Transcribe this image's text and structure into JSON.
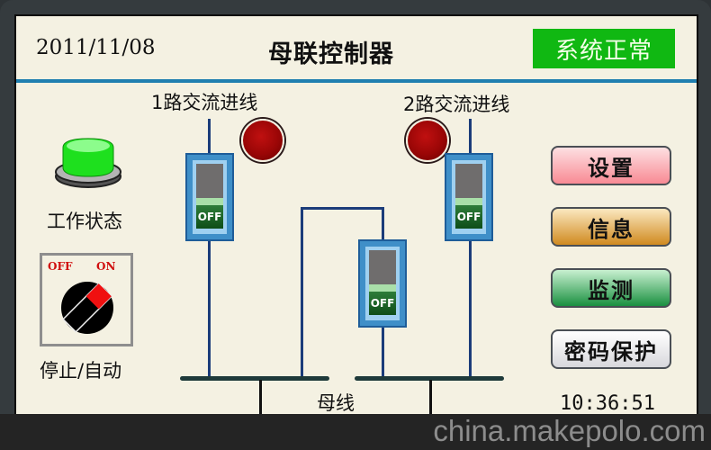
{
  "header": {
    "date": "2011/11/08",
    "title": "母联控制器",
    "status": "系统正常",
    "status_color": "#10b812",
    "divider_color": "#1f7fb0"
  },
  "left_panel": {
    "work_state_label": "工作状态",
    "work_state_lamp": "green",
    "mode_switch": {
      "off_label": "OFF",
      "on_label": "ON",
      "label": "停止/自动",
      "position": "OFF"
    }
  },
  "diagram": {
    "incoming_1": {
      "label": "1路交流进线",
      "lamp": "red",
      "breaker_state": "OFF"
    },
    "incoming_2": {
      "label": "2路交流进线",
      "lamp": "red",
      "breaker_state": "OFF"
    },
    "bus_tie": {
      "breaker_state": "OFF"
    },
    "bus_label": "母线"
  },
  "buttons": [
    {
      "label": "设置",
      "color": "#f8a0a8"
    },
    {
      "label": "信息",
      "color": "#d89a30"
    },
    {
      "label": "监测",
      "color": "#2aa050"
    },
    {
      "label": "密码保护",
      "color": "#e4e4e8"
    }
  ],
  "clock": "10:36:51",
  "watermark": "china.makepolo.com"
}
